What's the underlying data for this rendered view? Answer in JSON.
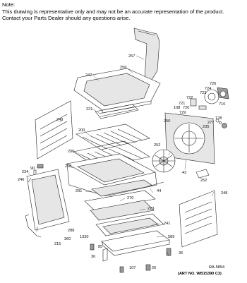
{
  "note": {
    "lines": [
      "Note:",
      "This drawing is representative only and may not be an accurate representation of the product.",
      "Contact your Parts Dealer should any questions arise."
    ]
  },
  "part_numbers": [
    "257",
    "256",
    "247",
    "726",
    "724",
    "723",
    "722",
    "721",
    "720",
    "710",
    "108",
    "729",
    "250",
    "221",
    "249",
    "200",
    "128",
    "277",
    "235",
    "200",
    "252",
    "210",
    "43",
    "234",
    "90",
    "246",
    "252",
    "291",
    "44",
    "270",
    "248",
    "223",
    "241",
    "288",
    "1330",
    "360",
    "215",
    "589",
    "85",
    "36",
    "36",
    "107",
    "26"
  ],
  "footer": {
    "code": "RA-5894",
    "art_no": "(ART NO. WB15390 C3)"
  }
}
